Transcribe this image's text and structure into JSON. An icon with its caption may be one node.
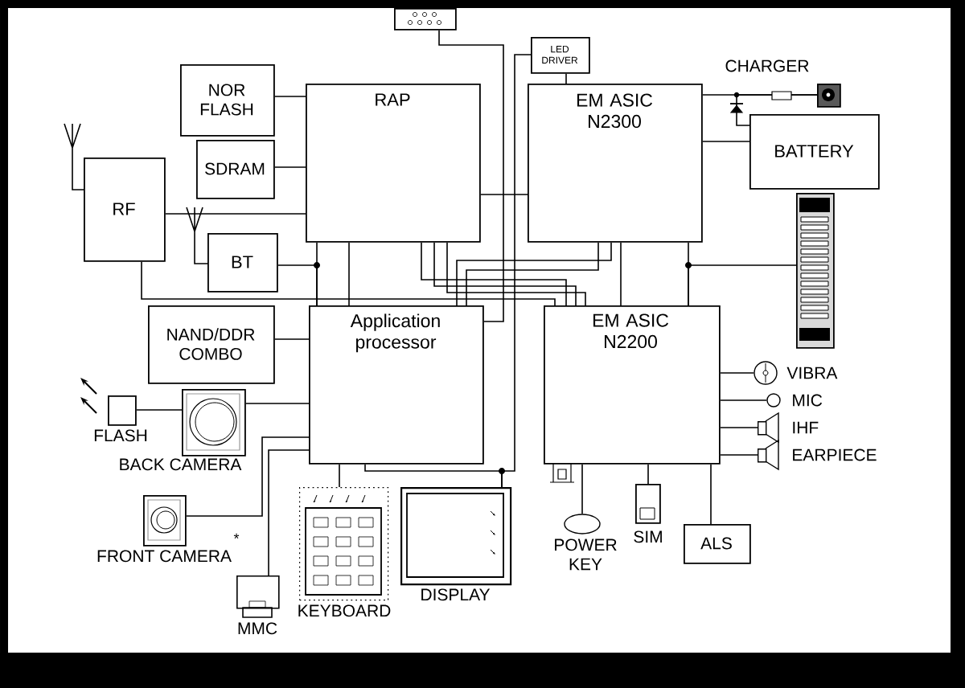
{
  "diagram": {
    "nodes": [
      {
        "text": [
          "NOR FLASH"
        ]
      },
      {
        "text": [
          "SDRAM"
        ]
      },
      {
        "text": [
          "RAP"
        ]
      },
      {
        "text": [
          "RF"
        ]
      },
      {
        "text": [
          "BT"
        ]
      },
      {
        "text": [
          "NAND/DDR COMBO"
        ]
      },
      {
        "text": [
          "Application processor"
        ]
      },
      {
        "text": [
          "LED DRIVER"
        ]
      },
      {
        "text": [
          "EM ASIC N2300"
        ]
      },
      {
        "text": [
          "CHARGER"
        ]
      },
      {
        "text": [
          "BATTERY"
        ]
      },
      {
        "text": [],
        "shape": "connector"
      },
      {
        "text": [
          "EM ASIC N2200"
        ]
      },
      {
        "text": [
          "VIBRA"
        ]
      },
      {
        "text": [
          "MIC"
        ]
      },
      {
        "text": [
          "IHF"
        ]
      },
      {
        "text": [
          "EARPIECE"
        ]
      },
      {
        "text": [
          "POWER KEY"
        ]
      },
      {
        "text": [
          "SIM"
        ]
      },
      {
        "text": [
          "ALS"
        ]
      },
      {
        "text": [
          "KEYBOARD"
        ]
      },
      {
        "text": [
          "DISPLAY"
        ]
      },
      {
        "text": [
          "MMC"
        ]
      },
      {
        "text": [
          "FRONT CAMERA"
        ],
        "beside": [
          "*"
        ]
      },
      {
        "text": [
          "BACK CAMERA"
        ]
      },
      {
        "text": [
          "FLASH"
        ]
      },
      {
        "text": [],
        "shape": "connector"
      }
    ],
    "edges": [
      {
        "from": 0,
        "to": 2,
        "arrow": "none"
      },
      {
        "from": 1,
        "to": 2,
        "arrow": "none"
      },
      {
        "from": 3,
        "to": 2,
        "arrow": "none"
      },
      {
        "from": 4,
        "to": 6,
        "arrow": "none"
      },
      {
        "from": 2,
        "to": 6,
        "arrow": "none"
      },
      {
        "from": 2,
        "to": 6,
        "arrow": "none"
      },
      {
        "from": 3,
        "to": 12,
        "arrow": "none"
      },
      {
        "from": 2,
        "to": 12,
        "arrow": "none"
      },
      {
        "from": 2,
        "to": 12,
        "arrow": "none"
      },
      {
        "from": 2,
        "to": 12,
        "arrow": "none"
      },
      {
        "from": 8,
        "to": 6,
        "arrow": "none"
      },
      {
        "from": 8,
        "to": 6,
        "arrow": "none"
      },
      {
        "from": 8,
        "to": 12,
        "arrow": "none"
      },
      {
        "from": 2,
        "to": 8,
        "arrow": "none"
      },
      {
        "from": 5,
        "to": 6,
        "arrow": "none"
      },
      {
        "from": 7,
        "to": 8,
        "arrow": "none"
      },
      {
        "from": 7,
        "to": 21,
        "arrow": "none"
      },
      {
        "from": 6,
        "to": 21,
        "arrow": "none"
      },
      {
        "from": 26,
        "to": 6,
        "arrow": "none"
      },
      {
        "from": 8,
        "to": 9,
        "arrow": "none"
      },
      {
        "from": 8,
        "to": 10,
        "arrow": "none"
      },
      {
        "from": 11,
        "to": 12,
        "arrow": "none"
      },
      {
        "from": 8,
        "to": 12,
        "arrow": "none"
      },
      {
        "from": 12,
        "to": 13,
        "arrow": "none"
      },
      {
        "from": 12,
        "to": 14,
        "arrow": "none"
      },
      {
        "from": 12,
        "to": 15,
        "arrow": "none"
      },
      {
        "from": 12,
        "to": 16,
        "arrow": "none"
      },
      {
        "from": 12,
        "to": 17,
        "arrow": "none"
      },
      {
        "from": 12,
        "to": 18,
        "arrow": "none"
      },
      {
        "from": 12,
        "to": 19,
        "arrow": "none"
      },
      {
        "from": 6,
        "to": 20,
        "arrow": "none"
      },
      {
        "from": 6,
        "to": 23,
        "arrow": "none"
      },
      {
        "from": 6,
        "to": 22,
        "arrow": "none"
      },
      {
        "from": 6,
        "to": 24,
        "arrow": "none"
      },
      {
        "from": 24,
        "to": 25,
        "arrow": "none"
      },
      {
        "from": 10,
        "to": 9,
        "arrow": "to"
      }
    ]
  }
}
